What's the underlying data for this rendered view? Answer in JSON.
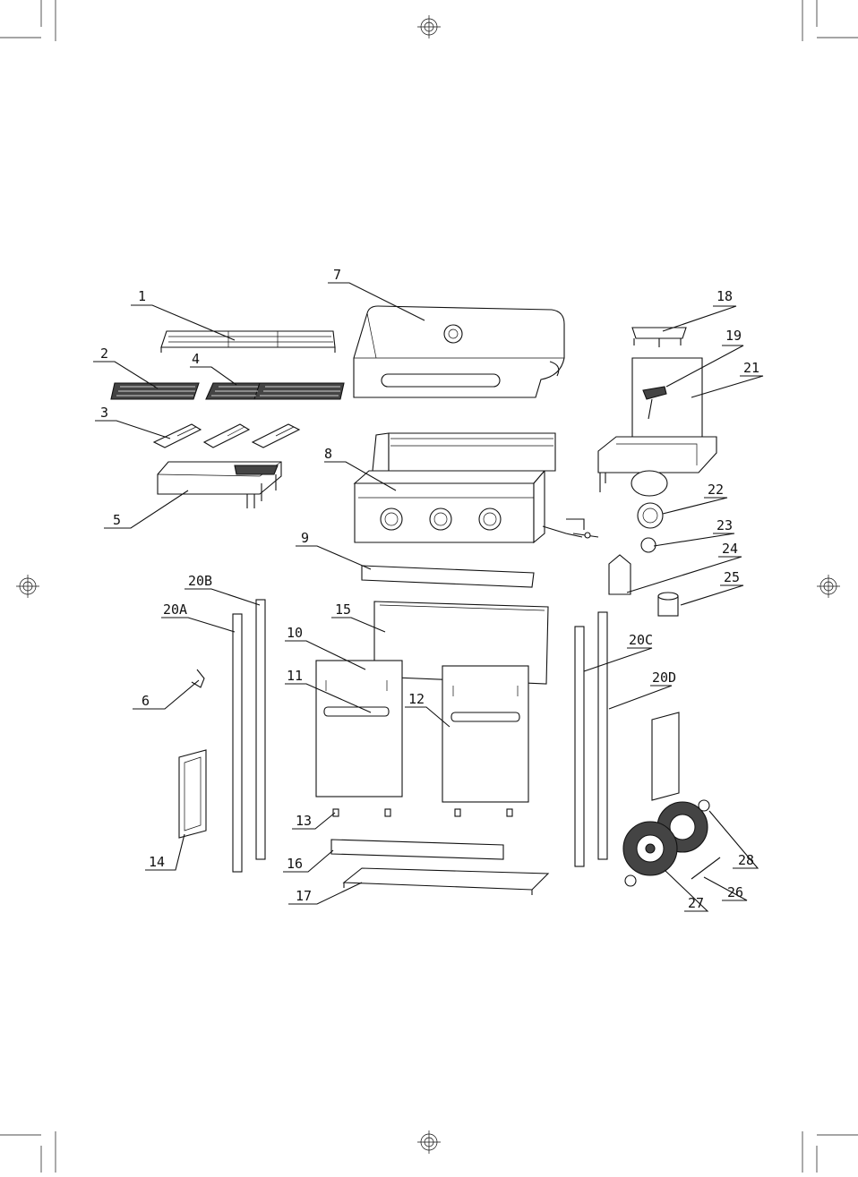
{
  "labels": {
    "l1": "1",
    "l2": "2",
    "l3": "3",
    "l4": "4",
    "l5": "5",
    "l6": "6",
    "l7": "7",
    "l8": "8",
    "l9": "9",
    "l10": "10",
    "l11": "11",
    "l12": "12",
    "l13": "13",
    "l14": "14",
    "l15": "15",
    "l16": "16",
    "l17": "17",
    "l18": "18",
    "l19": "19",
    "l20A": "20A",
    "l20B": "20B",
    "l20C": "20C",
    "l20D": "20D",
    "l21": "21",
    "l22": "22",
    "l23": "23",
    "l24": "24",
    "l25": "25",
    "l26": "26",
    "l27": "27",
    "l28": "28"
  }
}
